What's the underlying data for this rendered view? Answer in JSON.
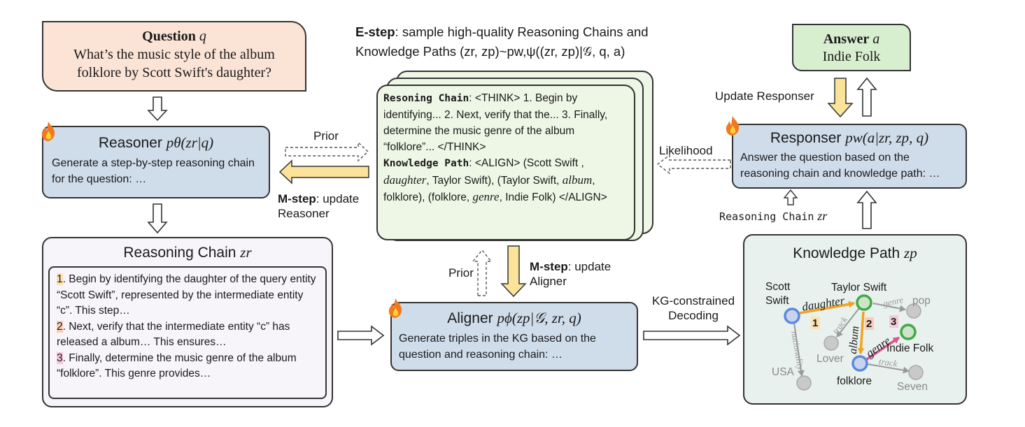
{
  "question": {
    "title": "Question",
    "var": "q",
    "text": "What’s the music style of the album folklore by Scott Swift's daughter?"
  },
  "reasoner": {
    "title": "Reasoner",
    "formula": "pθ(zr|q)",
    "desc": "Generate a step-by-step reasoning chain for the question: …"
  },
  "reasoning_chain": {
    "title": "Reasoning Chain",
    "var": "zr",
    "steps": [
      {
        "num": "1",
        "text": ". Begin by identifying the daughter of the query entity “Scott Swift”, represented by the intermediate entity “c”. This step…"
      },
      {
        "num": "2",
        "text": ". Next, verify that the intermediate entity “c” has released a album… This ensures…"
      },
      {
        "num": "3",
        "text": ". Finally, determine the music genre of the album “folklore”. This genre provides…"
      }
    ]
  },
  "estep": {
    "bold": "E-step",
    "text1": ": sample high-quality Reasoning Chains and",
    "text2": "Knowledge Paths (zr, zp)~pw,ψ((zr, zp)|𝒢, q, a)"
  },
  "center_card": {
    "chain_label": "Resoning Chain",
    "chain_text": ": <THINK> 1. Begin by identifying... 2. Next, verify that the... 3. Finally, determine the music genre of the album “folklore”... </THINK>",
    "path_label": "Knowledge Path",
    "path_pre": ": <ALIGN> (Scott Swift ,",
    "path_r1": "daughter",
    "path_mid1": ", Taylor Swift), (Taylor Swift,",
    "path_r2": "album",
    "path_mid2": ", folklore), (folklore,",
    "path_r3": "genre",
    "path_end": ", Indie Folk) </ALIGN>"
  },
  "aligner": {
    "title": "Aligner",
    "formula": "pϕ(zp|𝒢, zr, q)",
    "desc": "Generate triples in the KG based on the question and reasoning chain: …"
  },
  "answer": {
    "title": "Answer",
    "var": "a",
    "value": "Indie Folk"
  },
  "responser": {
    "title": "Responser",
    "formula": "pw(a|zr, zp, q)",
    "desc": "Answer the question based on the reasoning chain and knowledge path: …"
  },
  "knowledge_path": {
    "title": "Knowledge Path",
    "var": "zp",
    "nodes": [
      "Scott Swift",
      "Taylor Swift",
      "pop",
      "Lover",
      "Indie Folk",
      "USA",
      "folklore",
      "Seven"
    ],
    "edges": [
      "daughter",
      "genre",
      "track",
      "album",
      "genre",
      "nationality",
      "track"
    ],
    "steps": [
      "1",
      "2",
      "3"
    ]
  },
  "labels": {
    "prior_top": "Prior",
    "mstep_reasoner_bold": "M-step",
    "mstep_reasoner_rest": ": update",
    "mstep_reasoner_line2": "Reasoner",
    "likelihood": "Likelihood",
    "update_responser": "Update Responser",
    "reasoning_chain_zr": "Reasoning Chain",
    "prior_mid": "Prior",
    "mstep_aligner_bold": "M-step",
    "mstep_aligner_rest": ": update",
    "mstep_aligner_line2": "Aligner",
    "kg_decoding_1": "KG-constrained",
    "kg_decoding_2": "Decoding"
  },
  "colors": {
    "question_bg": "#fbe3d6",
    "answer_bg": "#d7efcf",
    "module_bg": "#cfdcea",
    "chain_bg": "#f7f4fa",
    "center_bg": "#eef7e6",
    "kp_bg": "#e8f1ee",
    "yellow_arrow": "#fbe39a",
    "orange_edge": "#f1a31d",
    "pink_edge": "#e0528e",
    "node_blue": "#5a89e0",
    "node_green": "#41a847"
  }
}
